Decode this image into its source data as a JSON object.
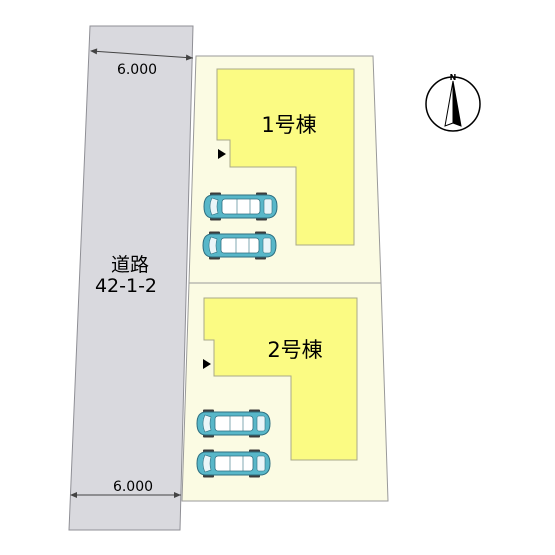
{
  "road": {
    "name": "道路",
    "code": "42-1-2",
    "fill_color": "#d9d9de"
  },
  "dimensions": {
    "top_width": "6.000",
    "bottom_width": "6.000"
  },
  "lots": [
    {
      "building_label": "1号棟",
      "parking_spaces": 2
    },
    {
      "building_label": "2号棟",
      "parking_spaces": 2
    }
  ],
  "compass": {
    "label": "N",
    "icon": "north-arrow-icon"
  },
  "colors": {
    "lot_fill": "#fbfbe3",
    "building_fill": "#fbfb83",
    "car_body": "#58b7c9",
    "boundary": "#9a9a9a"
  }
}
